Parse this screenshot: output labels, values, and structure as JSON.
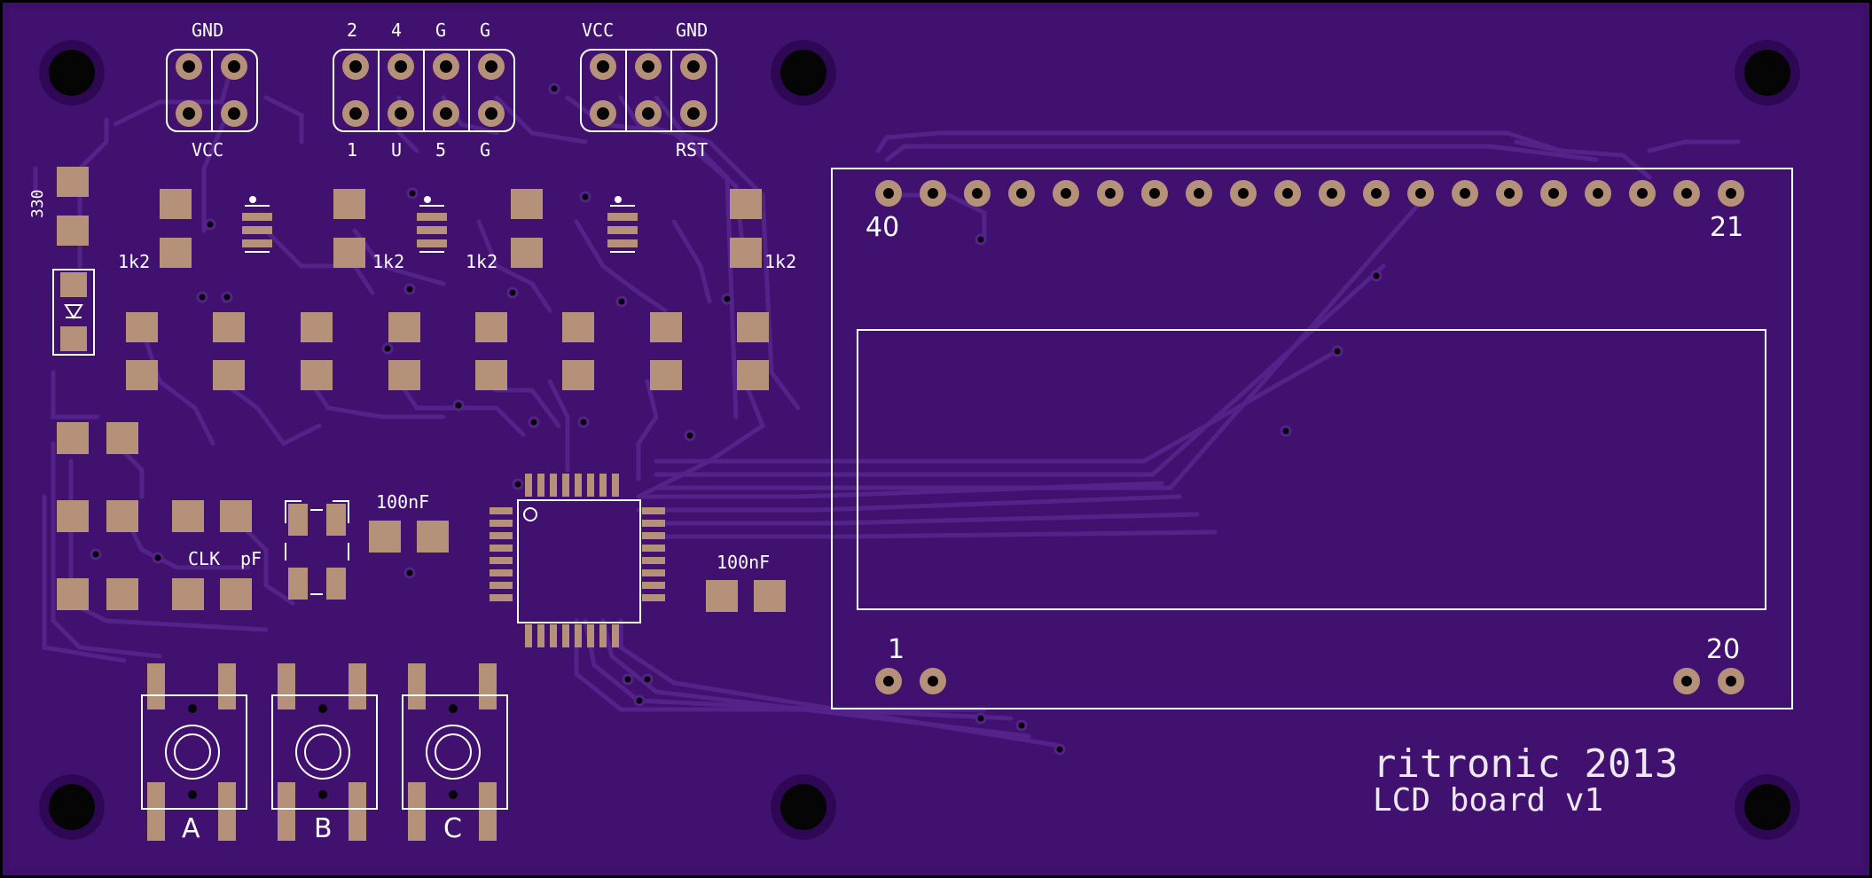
{
  "colors": {
    "board": "#3d0e6b",
    "copper_fill": "#411170",
    "trace": "#53238a",
    "pad": "#b5917a",
    "hole": "#050505",
    "silkscreen": "#ffffff",
    "outline": "#000000"
  },
  "headers": {
    "power_left_top": "GND",
    "power_left_bottom": "VCC",
    "io_top": [
      "2",
      "4",
      "G",
      "G"
    ],
    "io_bottom": [
      "1",
      "U",
      "5",
      "G"
    ],
    "prog_top_left": "VCC",
    "prog_top_right": "GND",
    "prog_bottom": "RST"
  },
  "resistors": {
    "r330": "330",
    "r1k2_a": "1k2",
    "r1k2_b": "1k2",
    "r1k2_c": "1k2",
    "r1k2_d": "1k2"
  },
  "crystal": {
    "clk": "CLK",
    "pf": "pF"
  },
  "capacitors": {
    "c1": "100nF",
    "c2": "100nF"
  },
  "lcd": {
    "pin40": "40",
    "pin21": "21",
    "pin1": "1",
    "pin20": "20"
  },
  "buttons": {
    "a": "A",
    "b": "B",
    "c": "C"
  },
  "brand": {
    "line1": "ritronic 2013",
    "line2": "LCD board v1"
  }
}
